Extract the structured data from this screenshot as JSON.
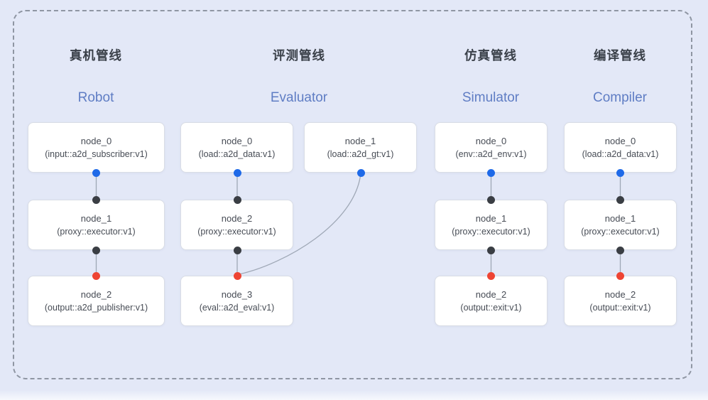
{
  "diagram": {
    "pipelines": [
      {
        "title_zh": "真机管线",
        "title_en": "Robot",
        "nodes": [
          {
            "name": "node_0",
            "type": "(input::a2d_subscriber:v1)"
          },
          {
            "name": "node_1",
            "type": "(proxy::executor:v1)"
          },
          {
            "name": "node_2",
            "type": "(output::a2d_publisher:v1)"
          }
        ]
      },
      {
        "title_zh": "评测管线",
        "title_en": "Evaluator",
        "nodes": [
          {
            "name": "node_0",
            "type": "(load::a2d_data:v1)"
          },
          {
            "name": "node_1",
            "type": "(load::a2d_gt:v1)"
          },
          {
            "name": "node_2",
            "type": "(proxy::executor:v1)"
          },
          {
            "name": "node_3",
            "type": "(eval::a2d_eval:v1)"
          }
        ]
      },
      {
        "title_zh": "仿真管线",
        "title_en": "Simulator",
        "nodes": [
          {
            "name": "node_0",
            "type": "(env::a2d_env:v1)"
          },
          {
            "name": "node_1",
            "type": "(proxy::executor:v1)"
          },
          {
            "name": "node_2",
            "type": "(output::exit:v1)"
          }
        ]
      },
      {
        "title_zh": "编译管线",
        "title_en": "Compiler",
        "nodes": [
          {
            "name": "node_0",
            "type": "(load::a2d_data:v1)"
          },
          {
            "name": "node_1",
            "type": "(proxy::executor:v1)"
          },
          {
            "name": "node_2",
            "type": "(output::exit:v1)"
          }
        ]
      }
    ]
  },
  "colors": {
    "background": "#e3e8f7",
    "frame_dash": "#8f96a3",
    "box_bg": "#ffffff",
    "box_border": "#d9dde5",
    "title_zh": "#3a4049",
    "title_en": "#5f7dc4",
    "node_text": "#474c55",
    "edge": "#9fa8b6",
    "port_source": "#1f6ae8",
    "port_mid": "#3a3e44",
    "port_sink": "#ee4433"
  }
}
